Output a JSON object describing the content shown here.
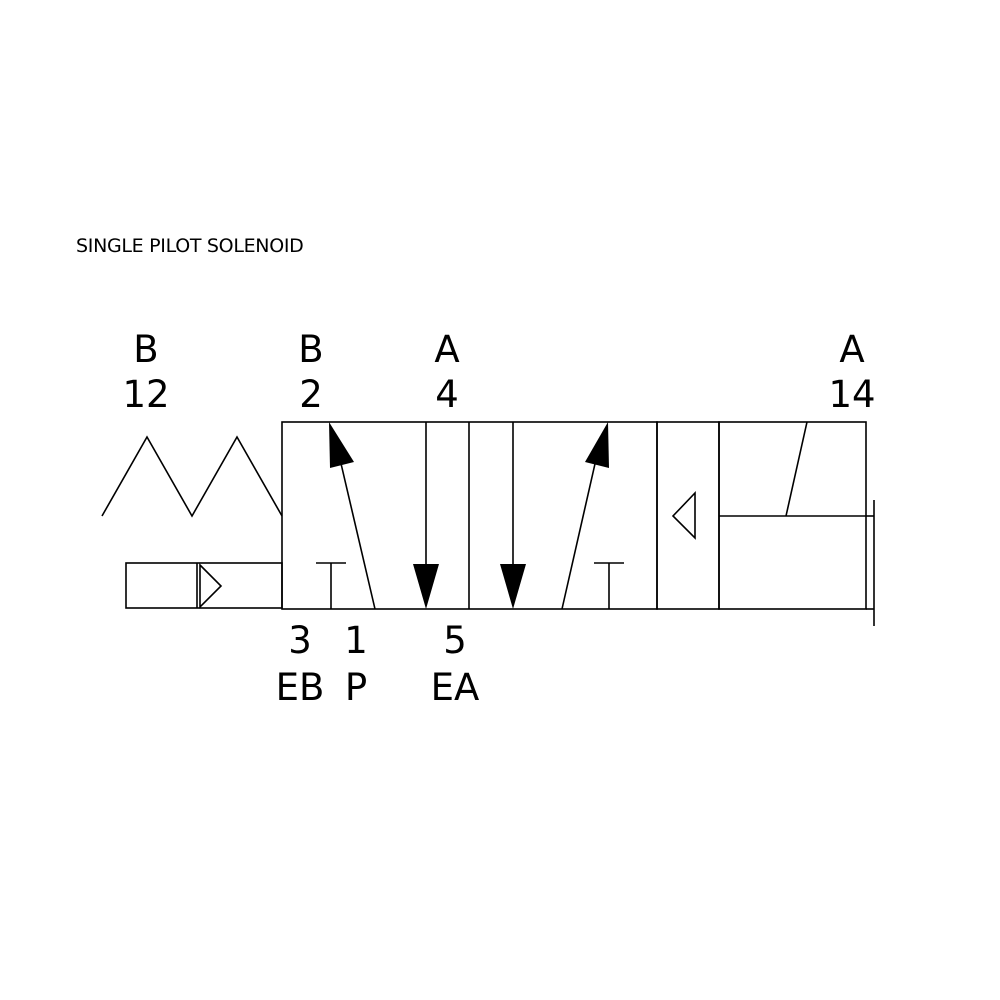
{
  "title": "SINGLE PILOT SOLENOID",
  "ports_top": [
    {
      "letter": "B",
      "number": "12"
    },
    {
      "letter": "B",
      "number": "2"
    },
    {
      "letter": "A",
      "number": "4"
    },
    {
      "letter": "A",
      "number": "14"
    }
  ],
  "ports_bottom": [
    {
      "number": "3",
      "letter": "EB"
    },
    {
      "number": "1",
      "letter": "P"
    },
    {
      "number": "5",
      "letter": "EA"
    }
  ],
  "colors": {
    "line": "#000000",
    "background": "#ffffff"
  },
  "icons": [
    "spring-return-icon",
    "pilot-triangle-icon",
    "solenoid-coil-icon",
    "flow-arrow-icon",
    "blocked-port-icon"
  ]
}
